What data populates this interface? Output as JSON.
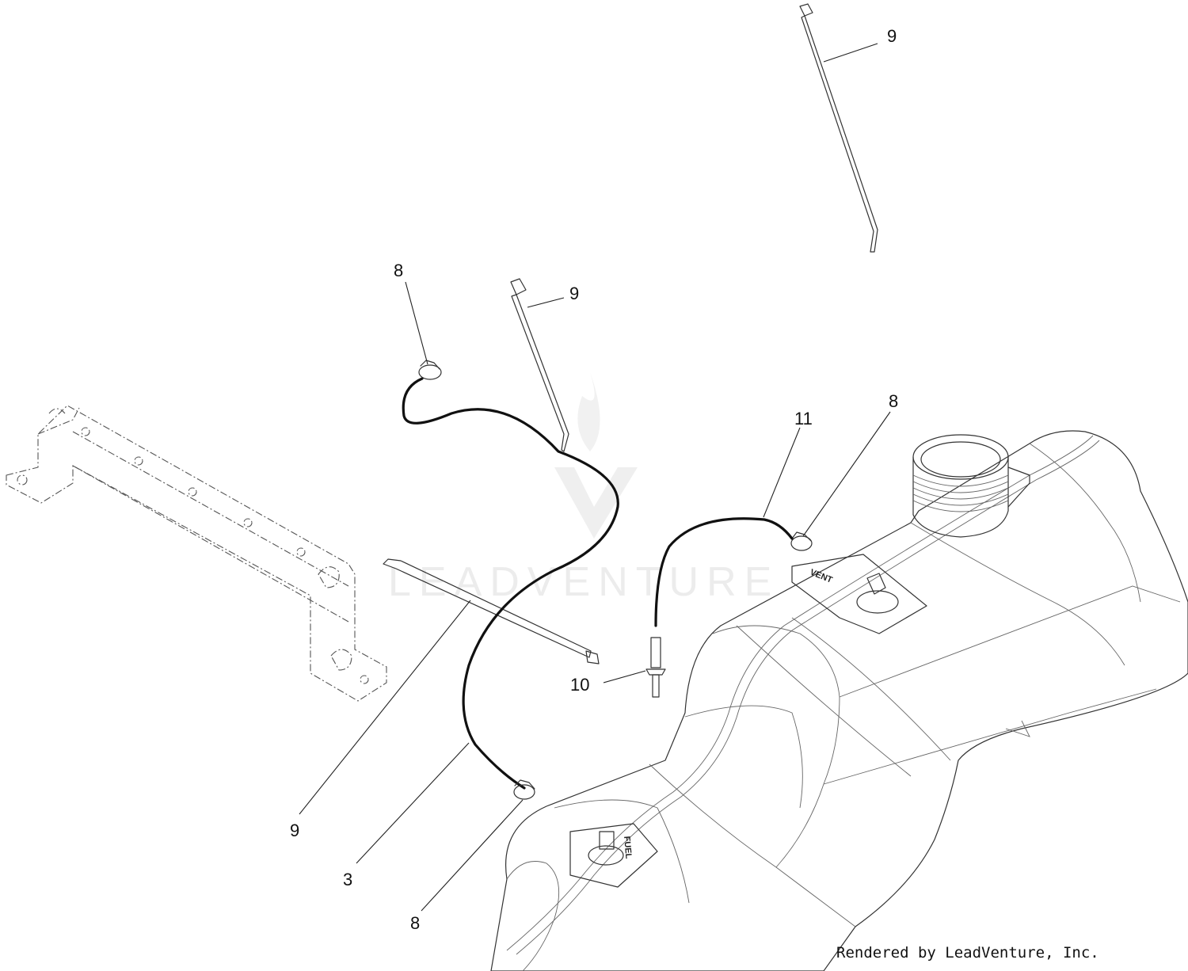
{
  "watermark": {
    "text": "LEADVENTURE"
  },
  "tank_labels": {
    "vent": "VENT",
    "fuel": "FUEL"
  },
  "callouts": [
    {
      "id": "c9-top",
      "text": "9"
    },
    {
      "id": "c8-left",
      "text": "8"
    },
    {
      "id": "c9-mid",
      "text": "9"
    },
    {
      "id": "c11",
      "text": "11"
    },
    {
      "id": "c8-right",
      "text": "8"
    },
    {
      "id": "c10",
      "text": "10"
    },
    {
      "id": "c9-bottom",
      "text": "9"
    },
    {
      "id": "c3",
      "text": "3"
    },
    {
      "id": "c8-bottom",
      "text": "8"
    }
  ],
  "credit": {
    "text": "Rendered by LeadVenture, Inc."
  }
}
